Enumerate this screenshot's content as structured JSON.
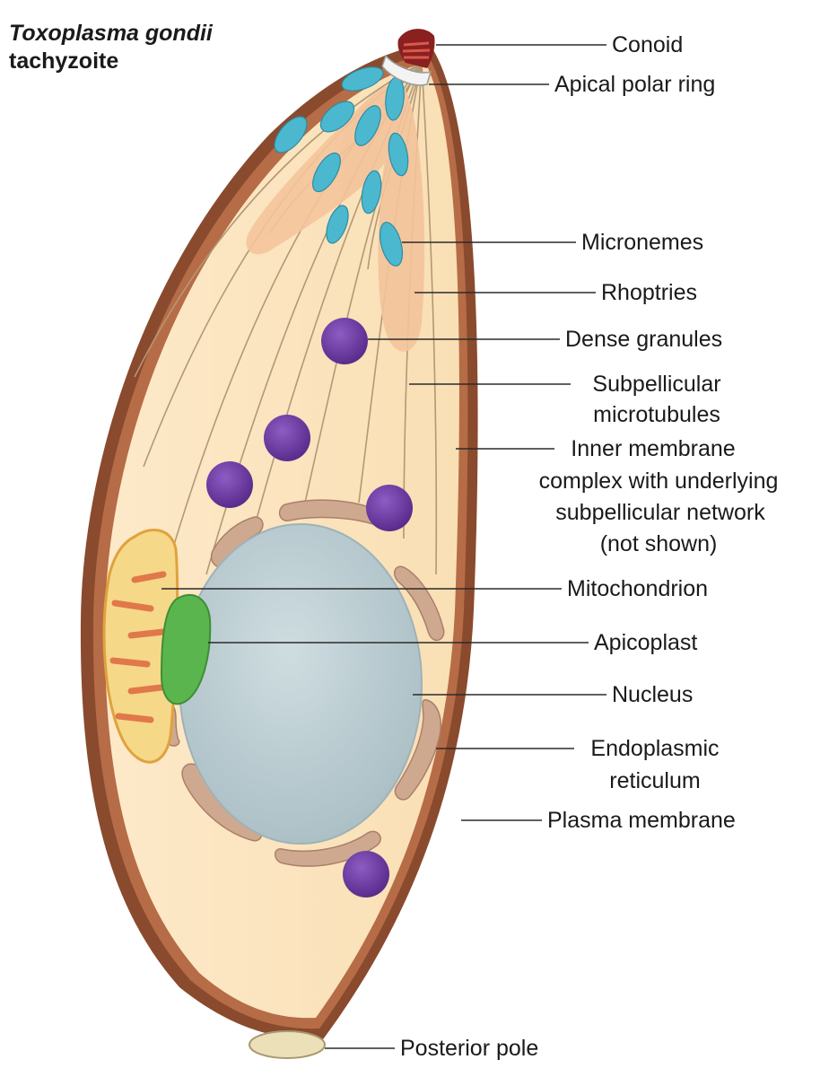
{
  "title": {
    "species": "Toxoplasma gondii",
    "stage": "tachyzoite"
  },
  "labels": {
    "conoid": "Conoid",
    "apical_polar_ring": "Apical polar ring",
    "micronemes": "Micronemes",
    "rhoptries": "Rhoptries",
    "dense_granules": "Dense granules",
    "subpellicular_microtubules_1": "Subpellicular",
    "subpellicular_microtubules_2": "microtubules",
    "inner_membrane_1": "Inner membrane",
    "inner_membrane_2": "complex with underlying",
    "inner_membrane_3": "subpellicular network",
    "inner_membrane_4": "(not shown)",
    "mitochondrion": "Mitochondrion",
    "apicoplast": "Apicoplast",
    "nucleus": "Nucleus",
    "er_1": "Endoplasmic",
    "er_2": "reticulum",
    "plasma_membrane": "Plasma membrane",
    "posterior_pole": "Posterior pole"
  },
  "colors": {
    "membrane": "#8a4a2e",
    "cytoplasm": "#fbe6c4",
    "microneme": "#4cb8cf",
    "rhoptry": "#f4c49c",
    "dense_granule": "#6a3aa0",
    "nucleus": "#b8cbd0",
    "er": "#cfa98f",
    "mitochondrion": "#f6d889",
    "mito_cristae": "#e0784a",
    "apicoplast": "#5bb54e",
    "conoid": "#8a2020",
    "posterior_pole": "#ece0b8"
  }
}
